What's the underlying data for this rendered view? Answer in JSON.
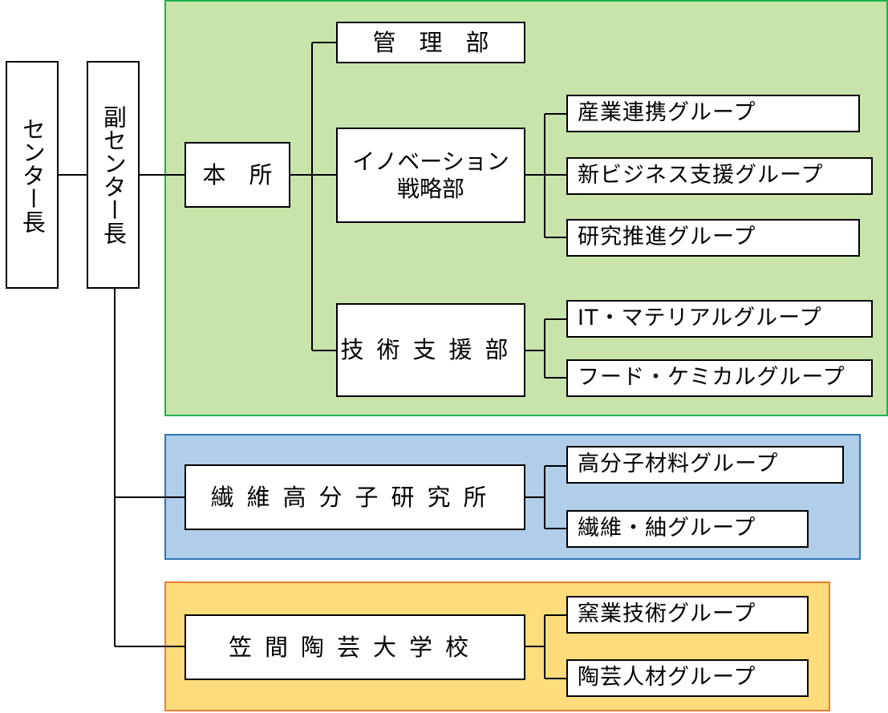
{
  "regions": {
    "headquarters": {
      "fill": "#c8e4aa",
      "border": "#22b14c"
    },
    "textile_institute": {
      "fill": "#b0cde9",
      "border": "#2e75b6"
    },
    "kasama_school": {
      "fill": "#fedb7b",
      "border": "#ed7d31"
    }
  },
  "nodes": {
    "center_director": "センター長",
    "deputy_director": "副センター長",
    "main_office": "本　所",
    "admin_dept": "管　理　部",
    "innovation_dept_line1": "イノベーション",
    "innovation_dept_line2": "戦略部",
    "tech_support_dept": "技術支援部",
    "industry_collab_group": "産業連携グループ",
    "new_business_group": "新ビジネス支援グループ",
    "research_promo_group": "研究推進グループ",
    "it_material_group": "IT・マテリアルグループ",
    "food_chemical_group": "フード・ケミカルグループ",
    "textile_institute": "繊維高分子研究所",
    "polymer_group": "高分子材料グループ",
    "textile_tsumugi_group": "繊維・紬グループ",
    "kasama_school": "笠間陶芸大学校",
    "ceramic_tech_group": "窯業技術グループ",
    "ceramic_talent_group": "陶芸人材グループ"
  }
}
